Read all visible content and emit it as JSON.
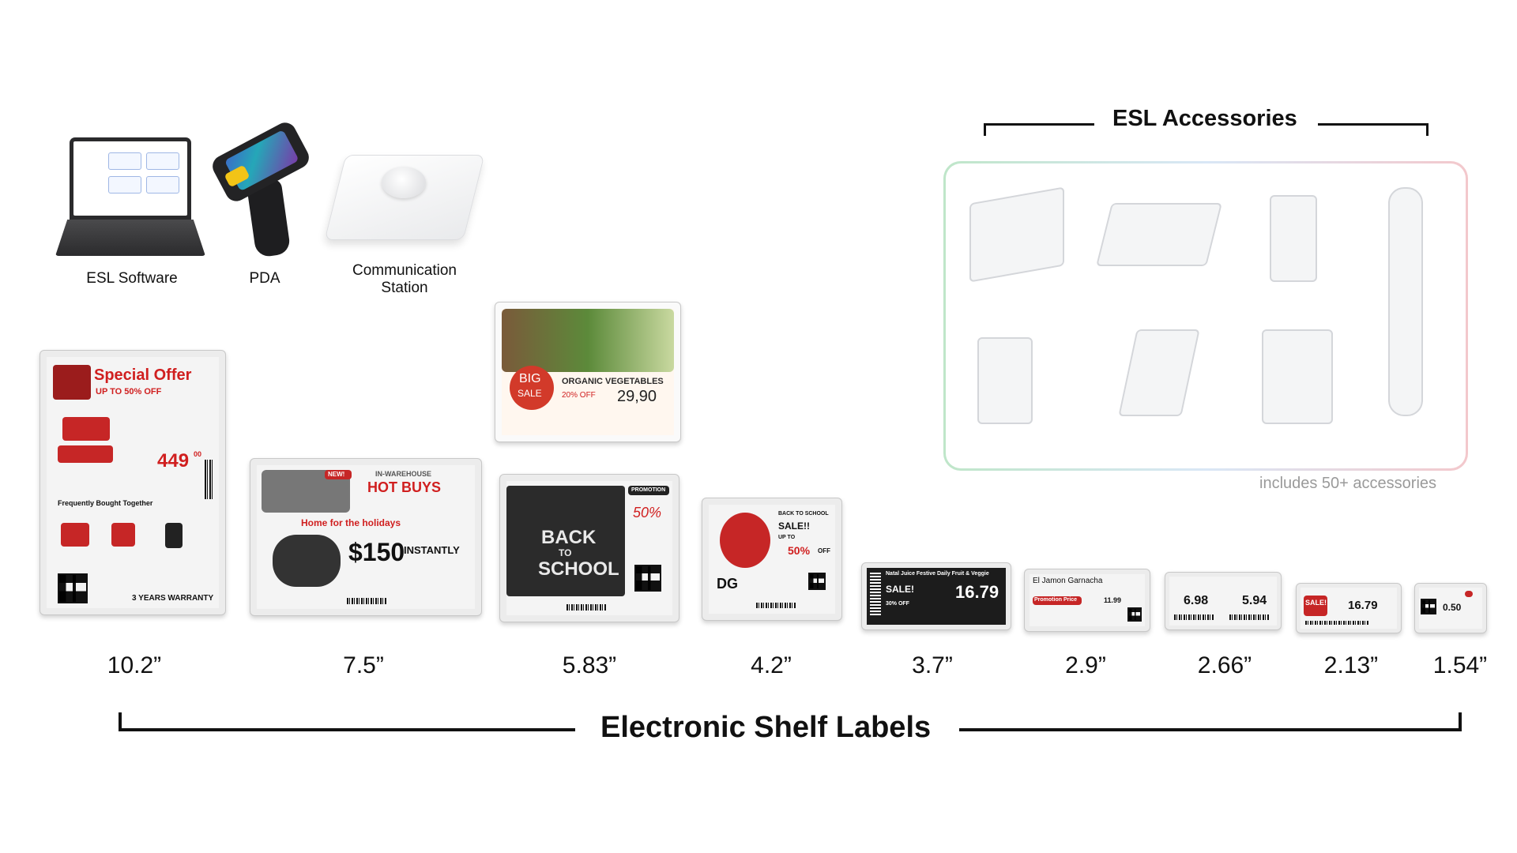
{
  "devices": {
    "software_label": "ESL Software",
    "pda_label": "PDA",
    "station_label_line1": "Communication",
    "station_label_line2": "Station"
  },
  "accessories": {
    "title": "ESL Accessories",
    "note": "includes 50+ accessories"
  },
  "shelf_labels": {
    "title": "Electronic Shelf Labels",
    "sizes": [
      "10.2”",
      "7.5”",
      "5.83”",
      "4.2”",
      "3.7”",
      "2.9”",
      "2.66”",
      "2.13”",
      "1.54”"
    ]
  },
  "screens": {
    "s102": {
      "headline": "Special Offer",
      "sub": "UP TO 50% OFF",
      "price": "449",
      "cents": "00",
      "section": "Frequently Bought Together",
      "warranty": "3 YEARS WARRANTY"
    },
    "s75": {
      "tag": "NEW!",
      "warehouse": "IN-WAREHOUSE",
      "headline": "HOT BUYS",
      "holiday": "Home for the holidays",
      "save": "$150",
      "instantly": "INSTANTLY"
    },
    "s583_top": {
      "big": "BIG",
      "sale": "SALE",
      "product": "ORGANIC VEGETABLES",
      "off": "20% OFF",
      "price": "29,90"
    },
    "s583": {
      "tag": "PROMOTION",
      "pct": "50%",
      "line1": "BACK",
      "line2": "TO",
      "line3": "SCHOOL"
    },
    "s42": {
      "line1": "BACK TO SCHOOL",
      "line2": "SALE!!",
      "line3": "UP TO",
      "pct": "50%",
      "off": "OFF",
      "brand": "DG"
    },
    "s37": {
      "product": "Natal Juice Festive Daily Fruit & Veggie",
      "sale": "SALE!",
      "price": "16.79",
      "pct": "30% OFF"
    },
    "s29": {
      "product": "El Jamon Garnacha",
      "promo": "Promotion Price",
      "price": "11.99"
    },
    "s266": {
      "price1": "6.98",
      "price2": "5.94"
    },
    "s213": {
      "sale": "SALE!",
      "price": "16.79"
    },
    "s154": {
      "price": "0.50"
    }
  }
}
